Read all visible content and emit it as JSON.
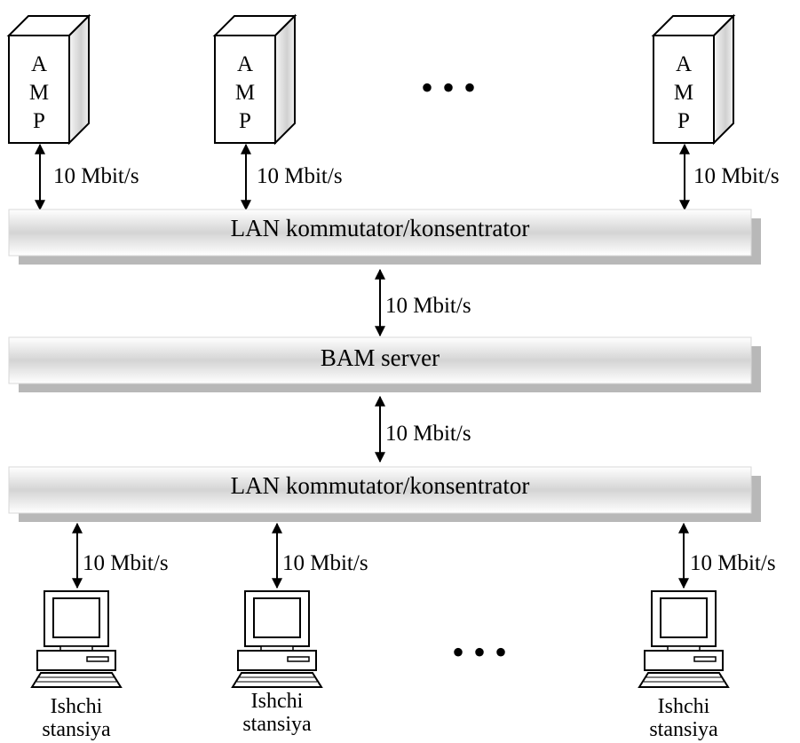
{
  "servers": [
    {
      "letters": [
        "A",
        "M",
        "P"
      ],
      "link_rate": "10 Mbit/s"
    },
    {
      "letters": [
        "A",
        "M",
        "P"
      ],
      "link_rate": "10 Mbit/s"
    },
    {
      "letters": [
        "A",
        "M",
        "P"
      ],
      "link_rate": "10 Mbit/s"
    }
  ],
  "top_bus": {
    "label": "LAN kommutator/konsentrator"
  },
  "link_top_to_server": "10 Mbit/s",
  "bam_server": {
    "label": "BAM server"
  },
  "link_server_to_bottom": "10 Mbit/s",
  "bottom_bus": {
    "label": "LAN kommutator/konsentrator"
  },
  "workstations": [
    {
      "label_line1": "Ishchi",
      "label_line2": "stansiya",
      "link_rate": "10 Mbit/s"
    },
    {
      "label_line1": "Ishchi",
      "label_line2": "stansiya",
      "link_rate": "10 Mbit/s"
    },
    {
      "label_line1": "Ishchi",
      "label_line2": "stansiya",
      "link_rate": "10 Mbit/s"
    }
  ],
  "ellipsis": "• • •"
}
